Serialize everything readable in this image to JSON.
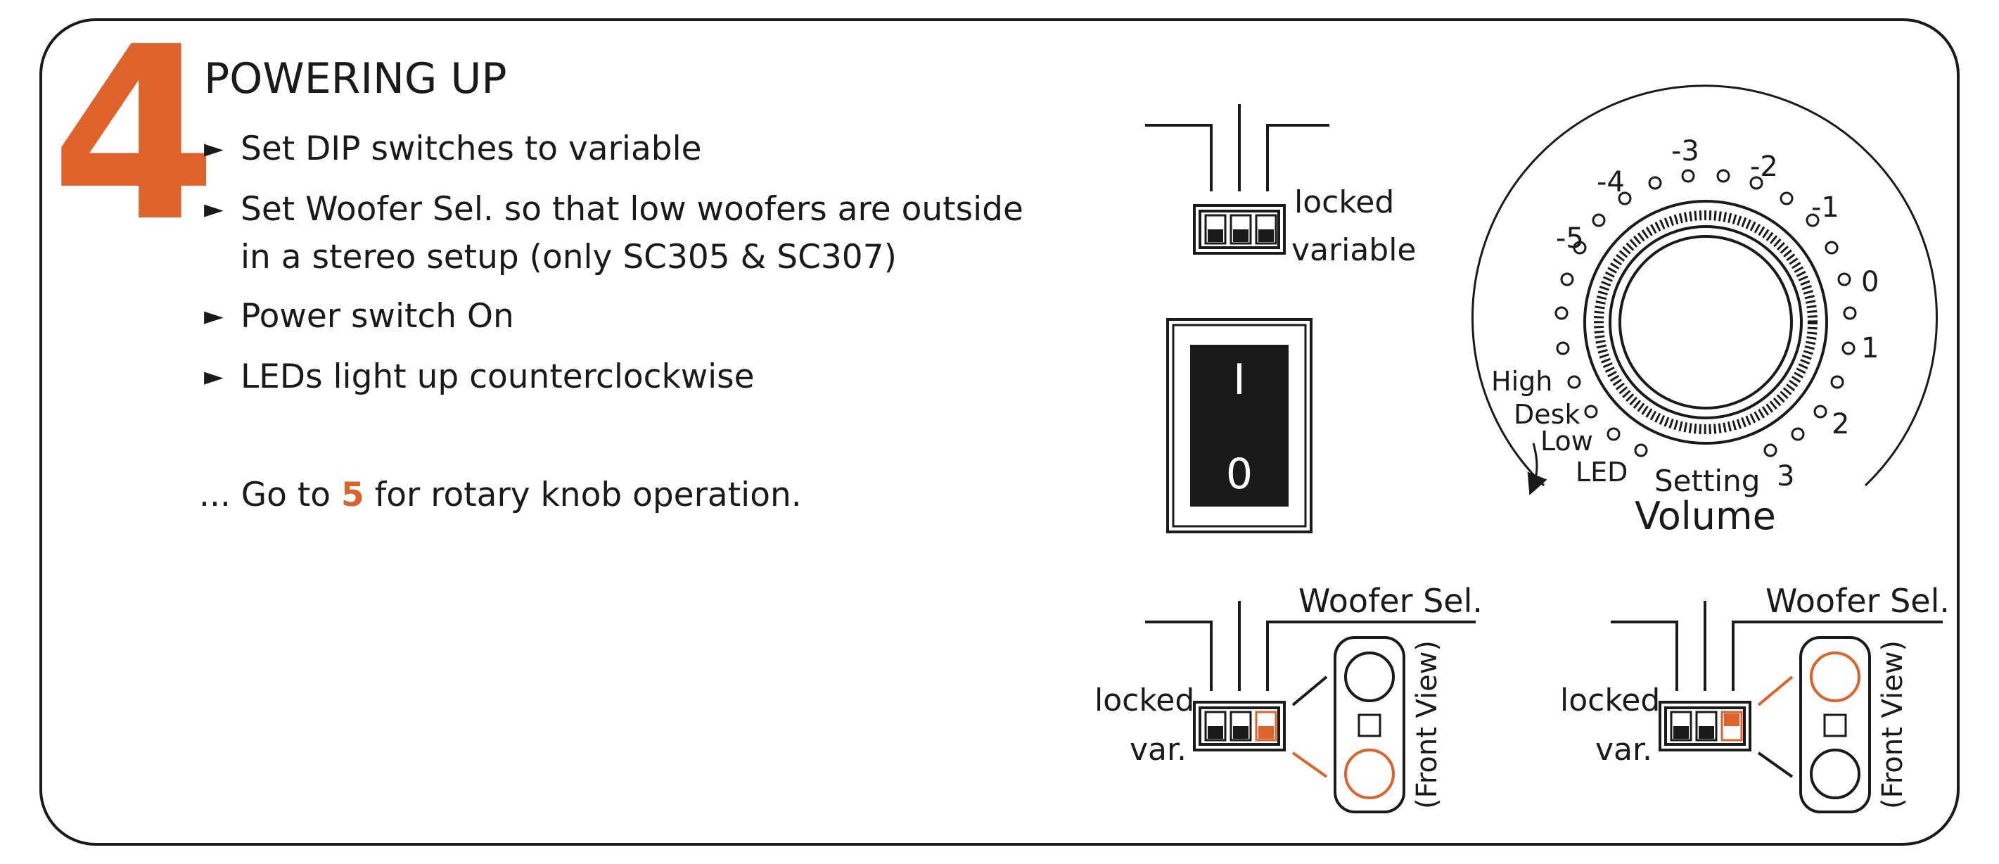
{
  "step": {
    "number": "4",
    "title": "POWERING UP"
  },
  "instructions": [
    "Set DIP switches to variable",
    "Set Woofer Sel. so that low woofers are outside in a stereo setup (only SC305 & SC307)",
    "Power switch On",
    "LEDs light up counterclockwise"
  ],
  "instructions_lines": {
    "line2a": "Set Woofer Sel. so that low woofers are outside",
    "line2b": "in a stereo setup (only SC305 & SC307)"
  },
  "goto": {
    "prefix": "... Go to ",
    "step": "5",
    "suffix": " for rotary knob operation."
  },
  "dip_top": {
    "label_on": "locked",
    "label_off": "variable"
  },
  "power_switch": {
    "on_symbol": "I",
    "off_symbol": "0"
  },
  "volume_dial": {
    "label": "Volume",
    "sub_label": "Setting",
    "scale": [
      "-5",
      "-4",
      "-3",
      "-2",
      "-1",
      "0",
      "1",
      "2",
      "3"
    ],
    "settings": [
      "High",
      "Desk",
      "Low",
      "LED"
    ]
  },
  "woofer_left": {
    "title": "Woofer Sel.",
    "label_on": "locked",
    "label_off": "var.",
    "view": "(Front View)"
  },
  "woofer_right": {
    "title": "Woofer Sel.",
    "label_on": "locked",
    "label_off": "var.",
    "view": "(Front View)"
  },
  "colors": {
    "accent": "#e0622b",
    "ink": "#1a1a1a"
  }
}
